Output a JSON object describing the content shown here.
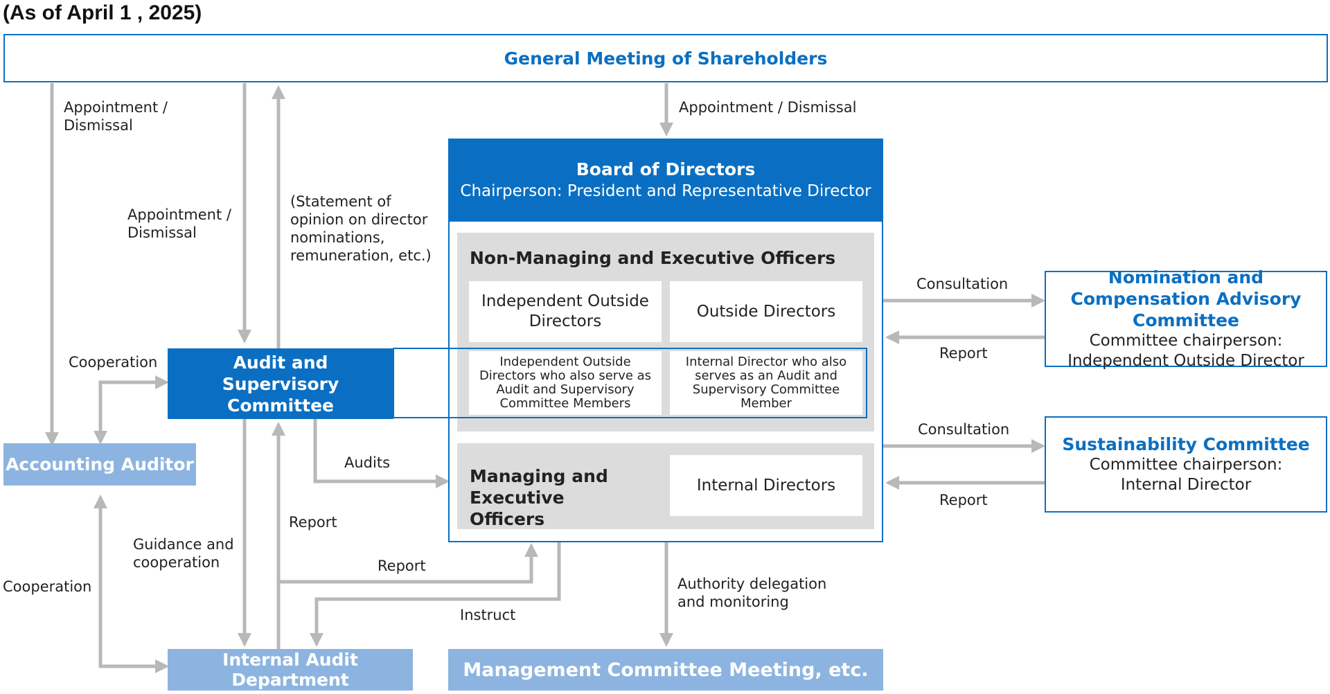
{
  "as_of": "(As of April 1 , 2025)",
  "nodes": {
    "shareholders": "General Meeting of Shareholders",
    "board_title": "Board of Directors",
    "board_subtitle": "Chairperson: President and Representative Director",
    "non_managing_title": "Non-Managing and Executive Officers",
    "independent_outside": "Independent Outside Directors",
    "outside_directors": "Outside Directors",
    "ind_outside_audit": "Independent Outside Directors who also serve as Audit and Supervisory Committee Members",
    "internal_audit_member": "Internal Director who also serves as an Audit and Supervisory Committee Member",
    "managing_title": "Managing and Executive Officers",
    "internal_directors": "Internal Directors",
    "audit_committee": "Audit and Supervisory Committee",
    "accounting_auditor": "Accounting Auditor",
    "internal_audit_dept": "Internal Audit Department",
    "management_meeting": "Management Committee Meeting, etc.",
    "nomination_title": "Nomination and Compensation Advisory Committee",
    "nomination_chair_label": "Committee chairperson:",
    "nomination_chair_value": "Independent Outside Director",
    "sustainability_title": "Sustainability Committee",
    "sustainability_chair_label": "Committee chairperson:",
    "sustainability_chair_value": "Internal Director"
  },
  "edge_labels": {
    "appointment_dismissal_left": "Appointment / Dismissal",
    "appointment_dismissal_mid": "Appointment / Dismissal",
    "appointment_dismissal_board": "Appointment / Dismissal",
    "statement_opinion": "(Statement of opinion on director nominations, remuneration, etc.)",
    "cooperation_top": "Cooperation",
    "cooperation_bottom": "Cooperation",
    "audits": "Audits",
    "report_audit": "Report",
    "report_board": "Report",
    "guidance": "Guidance and cooperation",
    "instruct": "Instruct",
    "authority": "Authority delegation and monitoring",
    "consultation_nomination": "Consultation",
    "report_nomination": "Report",
    "consultation_sustainability": "Consultation",
    "report_sustainability": "Report"
  },
  "colors": {
    "primary_blue": "#0a6fc2",
    "light_blue": "#8db4e0",
    "gray_panel": "#dcdcdc",
    "arrow_gray": "#b8b8b8"
  }
}
